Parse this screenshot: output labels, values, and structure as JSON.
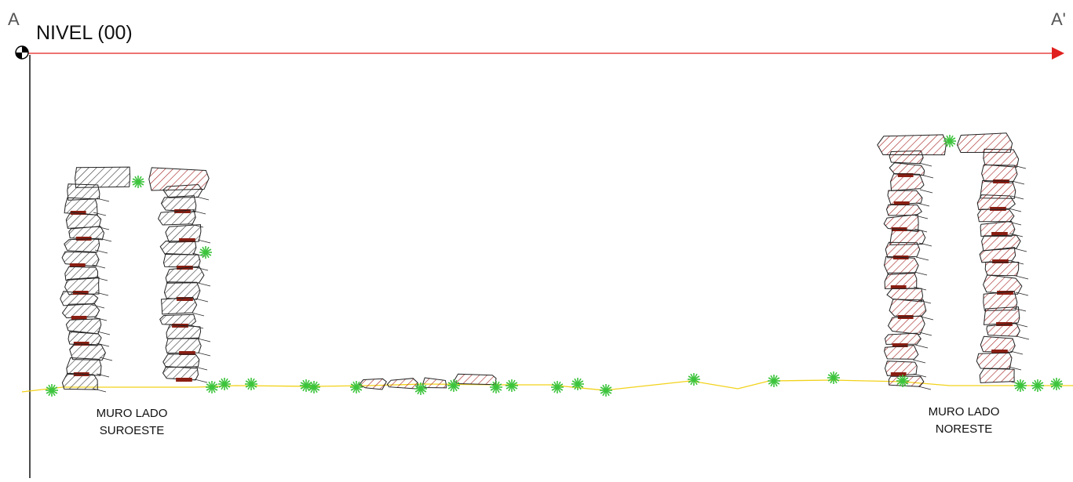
{
  "section": {
    "start_marker": "A",
    "end_marker": "A'",
    "level_label": "NIVEL (00)",
    "axis_color": "#e0201e"
  },
  "walls": {
    "southwest": {
      "label_line1": "MURO LADO",
      "label_line2": "SUROESTE"
    },
    "northeast": {
      "label_line1": "MURO LADO",
      "label_line2": "NORESTE"
    }
  },
  "colors": {
    "ground_line": "#f2d21a",
    "vegetation": "#3cc43c",
    "mortar": "#8a1e12",
    "stone_hatch_gray": "#333333",
    "stone_hatch_red": "#a31c1c",
    "outline": "#222222"
  },
  "legend_icons": [
    "level-origin-icon",
    "vegetation-icon"
  ]
}
